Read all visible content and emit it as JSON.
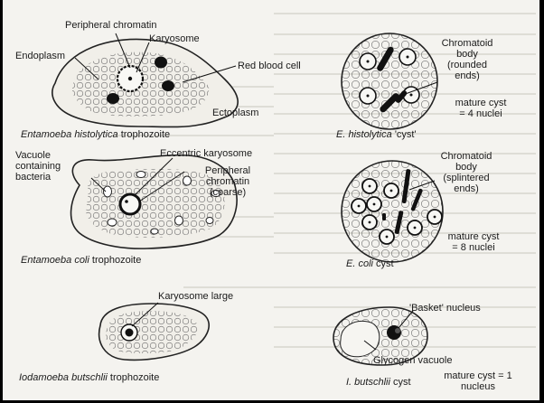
{
  "panels": {
    "eh_troph": {
      "labels": {
        "peripheral_chromatin": "Peripheral chromatin",
        "karyosome": "Karyosome",
        "endoplasm": "Endoplasm",
        "red_blood_cell": "Red blood cell",
        "ectoplasm": "Ectoplasm"
      },
      "caption_species": "Entamoeba histolytica",
      "caption_stage": "trophozoite"
    },
    "eh_cyst": {
      "labels": {
        "chromatoid": "Chromatoid body (rounded ends)",
        "mature": "mature cyst = 4 nuclei"
      },
      "caption_species": "E. histolytica",
      "caption_stage": "'cyst'"
    },
    "ec_troph": {
      "labels": {
        "vacuole": "Vacuole containing bacteria",
        "eccentric": "Eccentric karyosome",
        "peripheral_coarse": "Peripheral chromatin (coarse)"
      },
      "caption_species": "Entamoeba coli",
      "caption_stage": "trophozoite"
    },
    "ec_cyst": {
      "labels": {
        "chromatoid": "Chromatoid body (splintered ends)",
        "mature": "mature cyst = 8 nuclei"
      },
      "caption_species": "E. coli",
      "caption_stage": "cyst"
    },
    "ib_troph": {
      "labels": {
        "karyosome_large": "Karyosome large"
      },
      "caption_species": "Iodamoeba butschlii",
      "caption_stage": "trophozoite"
    },
    "ib_cyst": {
      "labels": {
        "basket": "'Basket' nucleus",
        "glycogen": "Glycogen vacuole",
        "mature": "mature cyst = 1 nucleus"
      },
      "caption_species": "I. butschlii",
      "caption_stage": "cyst"
    }
  }
}
